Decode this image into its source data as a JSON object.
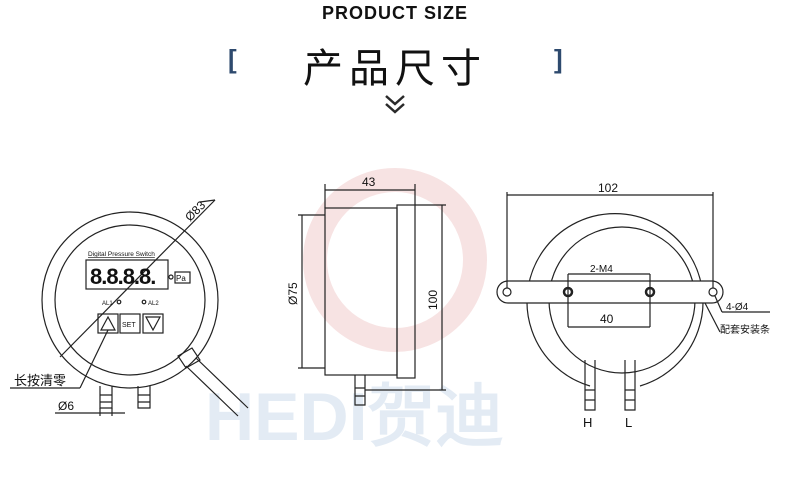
{
  "header": {
    "title_en": "PRODUCT SIZE",
    "title_cn": "产品尺寸",
    "bracket_left": "[",
    "bracket_right": "]",
    "chevron_icon": "double-chevron-down-icon"
  },
  "watermark": {
    "text": "HEDI贺迪",
    "color": "#dfe8f2"
  },
  "front_view": {
    "display_title": "Digital Pressure Switch",
    "digits": "8.8.8.8.",
    "unit": "Pa",
    "al1": "AL1",
    "al2": "AL2",
    "set_label": "SET",
    "dim_diameter": "Ø83",
    "dim_port": "Ø6",
    "callout": "长按清零"
  },
  "side_view": {
    "dim_depth": "43",
    "dim_diameter": "Ø75",
    "dim_height": "100"
  },
  "back_view": {
    "dim_width": "102",
    "holes_label": "2-M4",
    "hole_spacing": "40",
    "mount_holes": "4-Ø4",
    "bracket_label": "配套安装条",
    "port_high": "H",
    "port_low": "L"
  }
}
